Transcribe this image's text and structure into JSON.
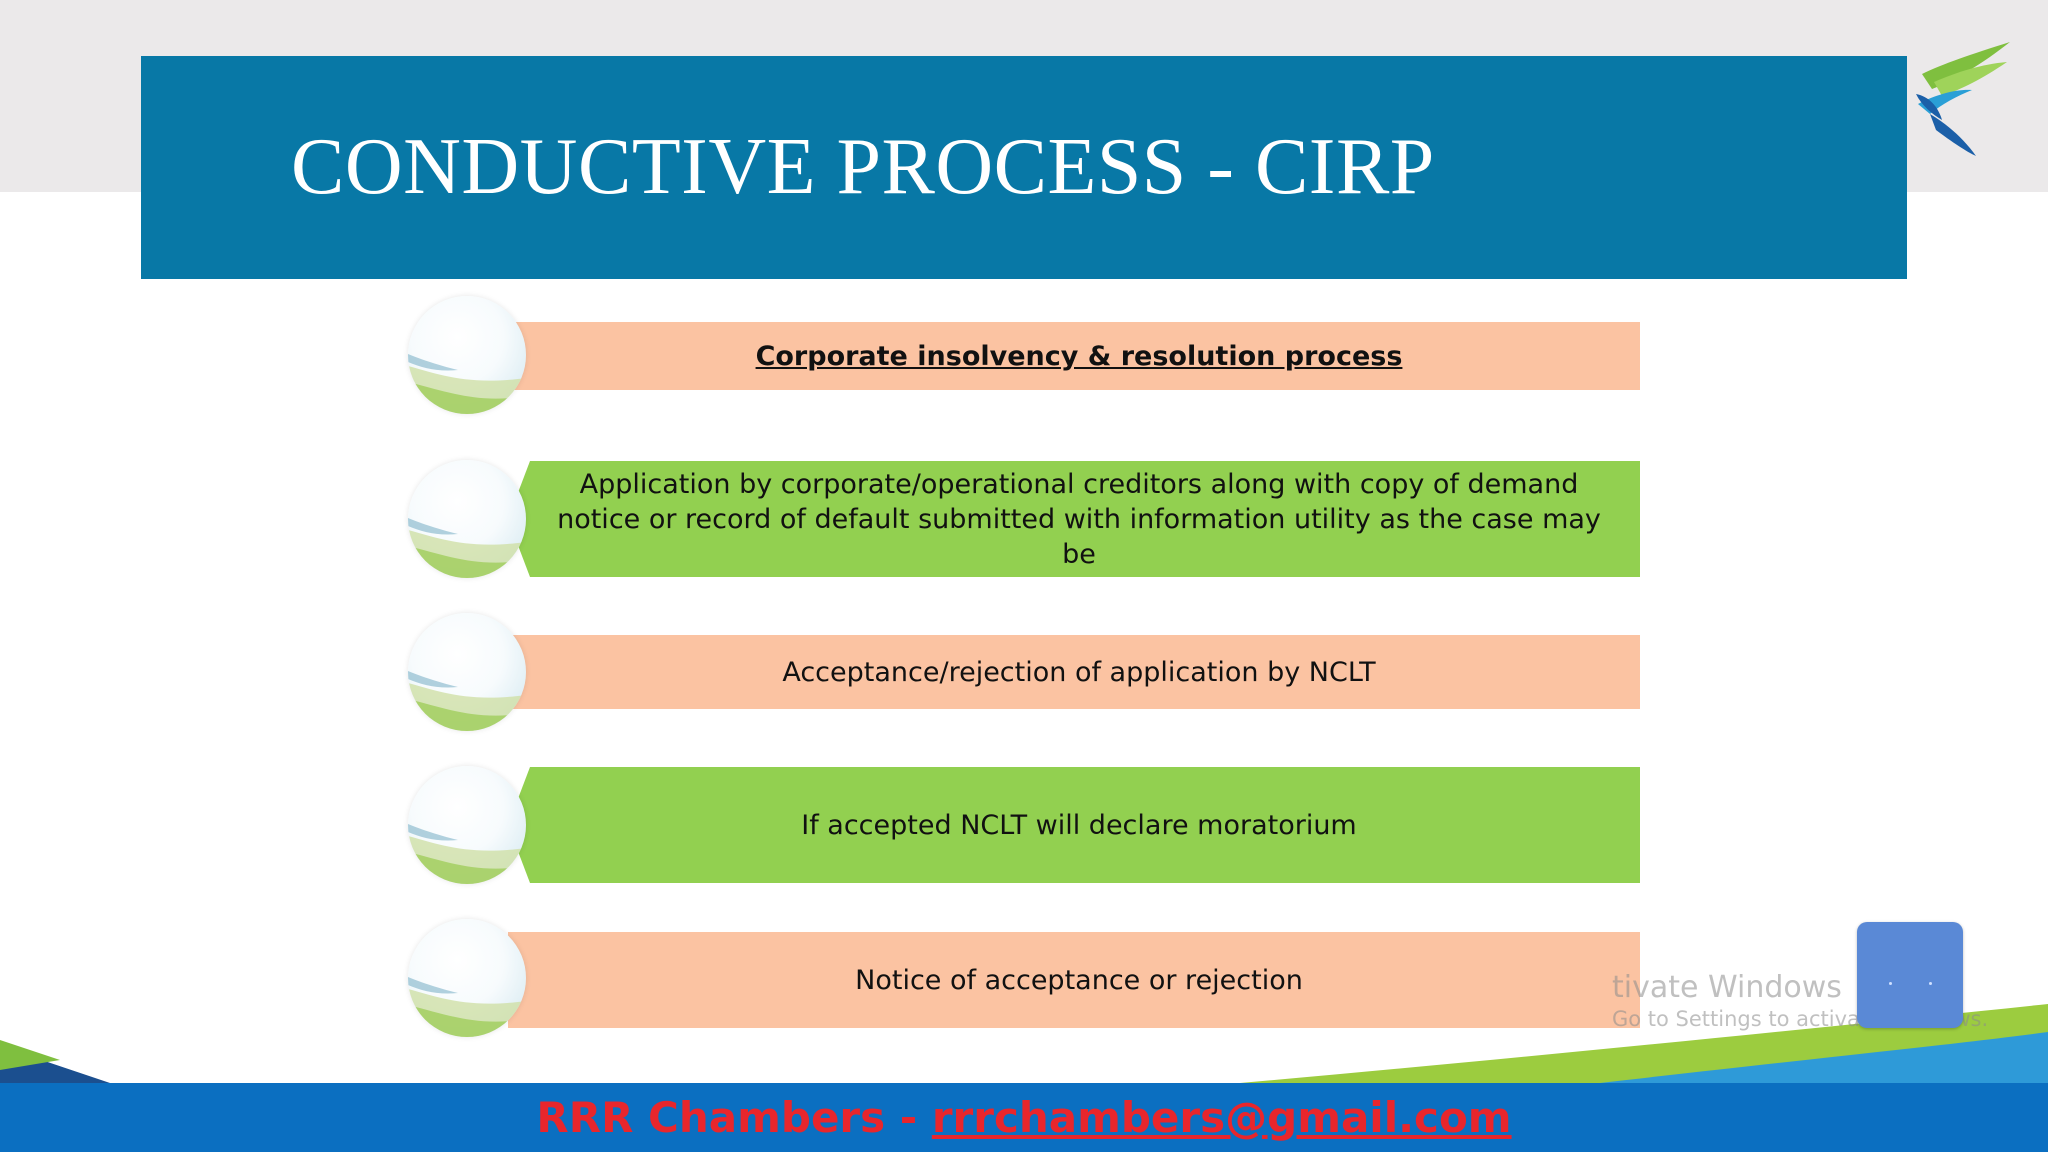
{
  "slide": {
    "title": "CONDUCTIVE PROCESS - CIRP",
    "steps": [
      {
        "text": "Corporate insolvency & resolution process",
        "style": "peach",
        "emphasis": "bold-underline"
      },
      {
        "text": "Application by corporate/operational creditors along with copy of demand notice or record of default submitted with information utility as the case may be",
        "style": "green"
      },
      {
        "text": "Acceptance/rejection of application by NCLT",
        "style": "peach"
      },
      {
        "text": "If accepted NCLT will declare moratorium",
        "style": "green"
      },
      {
        "text": "Notice of acceptance or rejection",
        "style": "peach"
      }
    ],
    "footer": {
      "name": "RRR Chambers - ",
      "email": "rrrchambers@gmail.com"
    }
  },
  "watermark": {
    "line1": "tivate Windows",
    "line2": "Go to Settings to activate Windows."
  },
  "colors": {
    "title_bar": "#0878a6",
    "peach": "#fbc3a2",
    "green": "#92d050",
    "footer_bar": "#0b6fc1",
    "footer_text": "#e8262c"
  },
  "icons": {
    "logo": "leaf-bird-logo-icon",
    "step_circle": "landscape-circle-icon",
    "overlay": "floating-action-button"
  }
}
